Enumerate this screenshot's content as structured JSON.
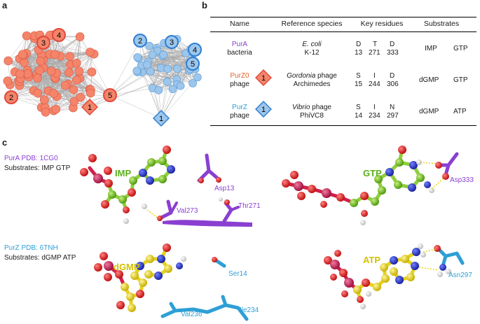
{
  "panel_labels": {
    "a": "a",
    "b": "b",
    "c": "c"
  },
  "panel_a": {
    "orange_numbered": [
      "3",
      "4",
      "2",
      "5",
      "1"
    ],
    "blue_numbered": [
      "2",
      "3",
      "4",
      "5",
      "1"
    ],
    "colors": {
      "orange_fill": "#f4846a",
      "orange_stroke": "#e04a3b",
      "blue_fill": "#9cc6ec",
      "blue_stroke": "#2f7fd1",
      "edge": "#8a8a8a"
    }
  },
  "panel_b": {
    "headers": {
      "name": "Name",
      "species": "Reference species",
      "residues": "Key residues",
      "substrates": "Substrates"
    },
    "rows": [
      {
        "name": "PurA",
        "name_sub": "bacteria",
        "name_color": "#8a3fd1",
        "badge": "",
        "species_italic": "E. coli",
        "species_rest": "K-12",
        "residues_letters": [
          "D",
          "T",
          "D"
        ],
        "residues_numbers": [
          "13",
          "271",
          "333"
        ],
        "substrates": [
          "IMP",
          "GTP"
        ]
      },
      {
        "name": "PurZ0",
        "name_sub": "phage",
        "name_color": "#e8622b",
        "badge": "1",
        "species_italic": "Gordonia",
        "species_rest": "phage",
        "species_line2": "Archimedes",
        "residues_letters": [
          "S",
          "I",
          "D"
        ],
        "residues_numbers": [
          "15",
          "244",
          "306"
        ],
        "substrates": [
          "dGMP",
          "GTP"
        ]
      },
      {
        "name": "PurZ",
        "name_sub": "phage",
        "name_color": "#2e9fd6",
        "badge": "1",
        "species_italic": "Vibrio",
        "species_rest": "phage",
        "species_line2": "PhiVC8",
        "residues_letters": [
          "S",
          "I",
          "N"
        ],
        "residues_numbers": [
          "14",
          "234",
          "297"
        ],
        "substrates": [
          "dGMP",
          "ATP"
        ]
      }
    ]
  },
  "panel_c": {
    "pura_pdb": "PurA PDB: 1CG0",
    "pura_substrates": "Substrates: IMP GTP",
    "purz_pdb": "PurZ PDB: 6TNH",
    "purz_substrates": "Substrates: dGMP ATP",
    "mol_labels": {
      "imp": "IMP",
      "gtp": "GTP",
      "dgmp": "dGMP",
      "atp": "ATP"
    },
    "residue_labels": {
      "asp13": "Asp13",
      "val273": "Val273",
      "thr271": "Thr271",
      "asp333": "Asp333",
      "ser14": "Ser14",
      "val236": "Val236",
      "ile234": "Ile234",
      "asn297": "Asn297"
    },
    "colors": {
      "purple": "#8a3fd1",
      "cyan": "#2e9fd6",
      "green": "#6abf1f",
      "yellow": "#e6d21e",
      "oxygen": "#e02020",
      "nitrogen": "#2030c8",
      "phosphorus": "#c81e5a",
      "hydrogen": "#f2f2f2"
    }
  }
}
